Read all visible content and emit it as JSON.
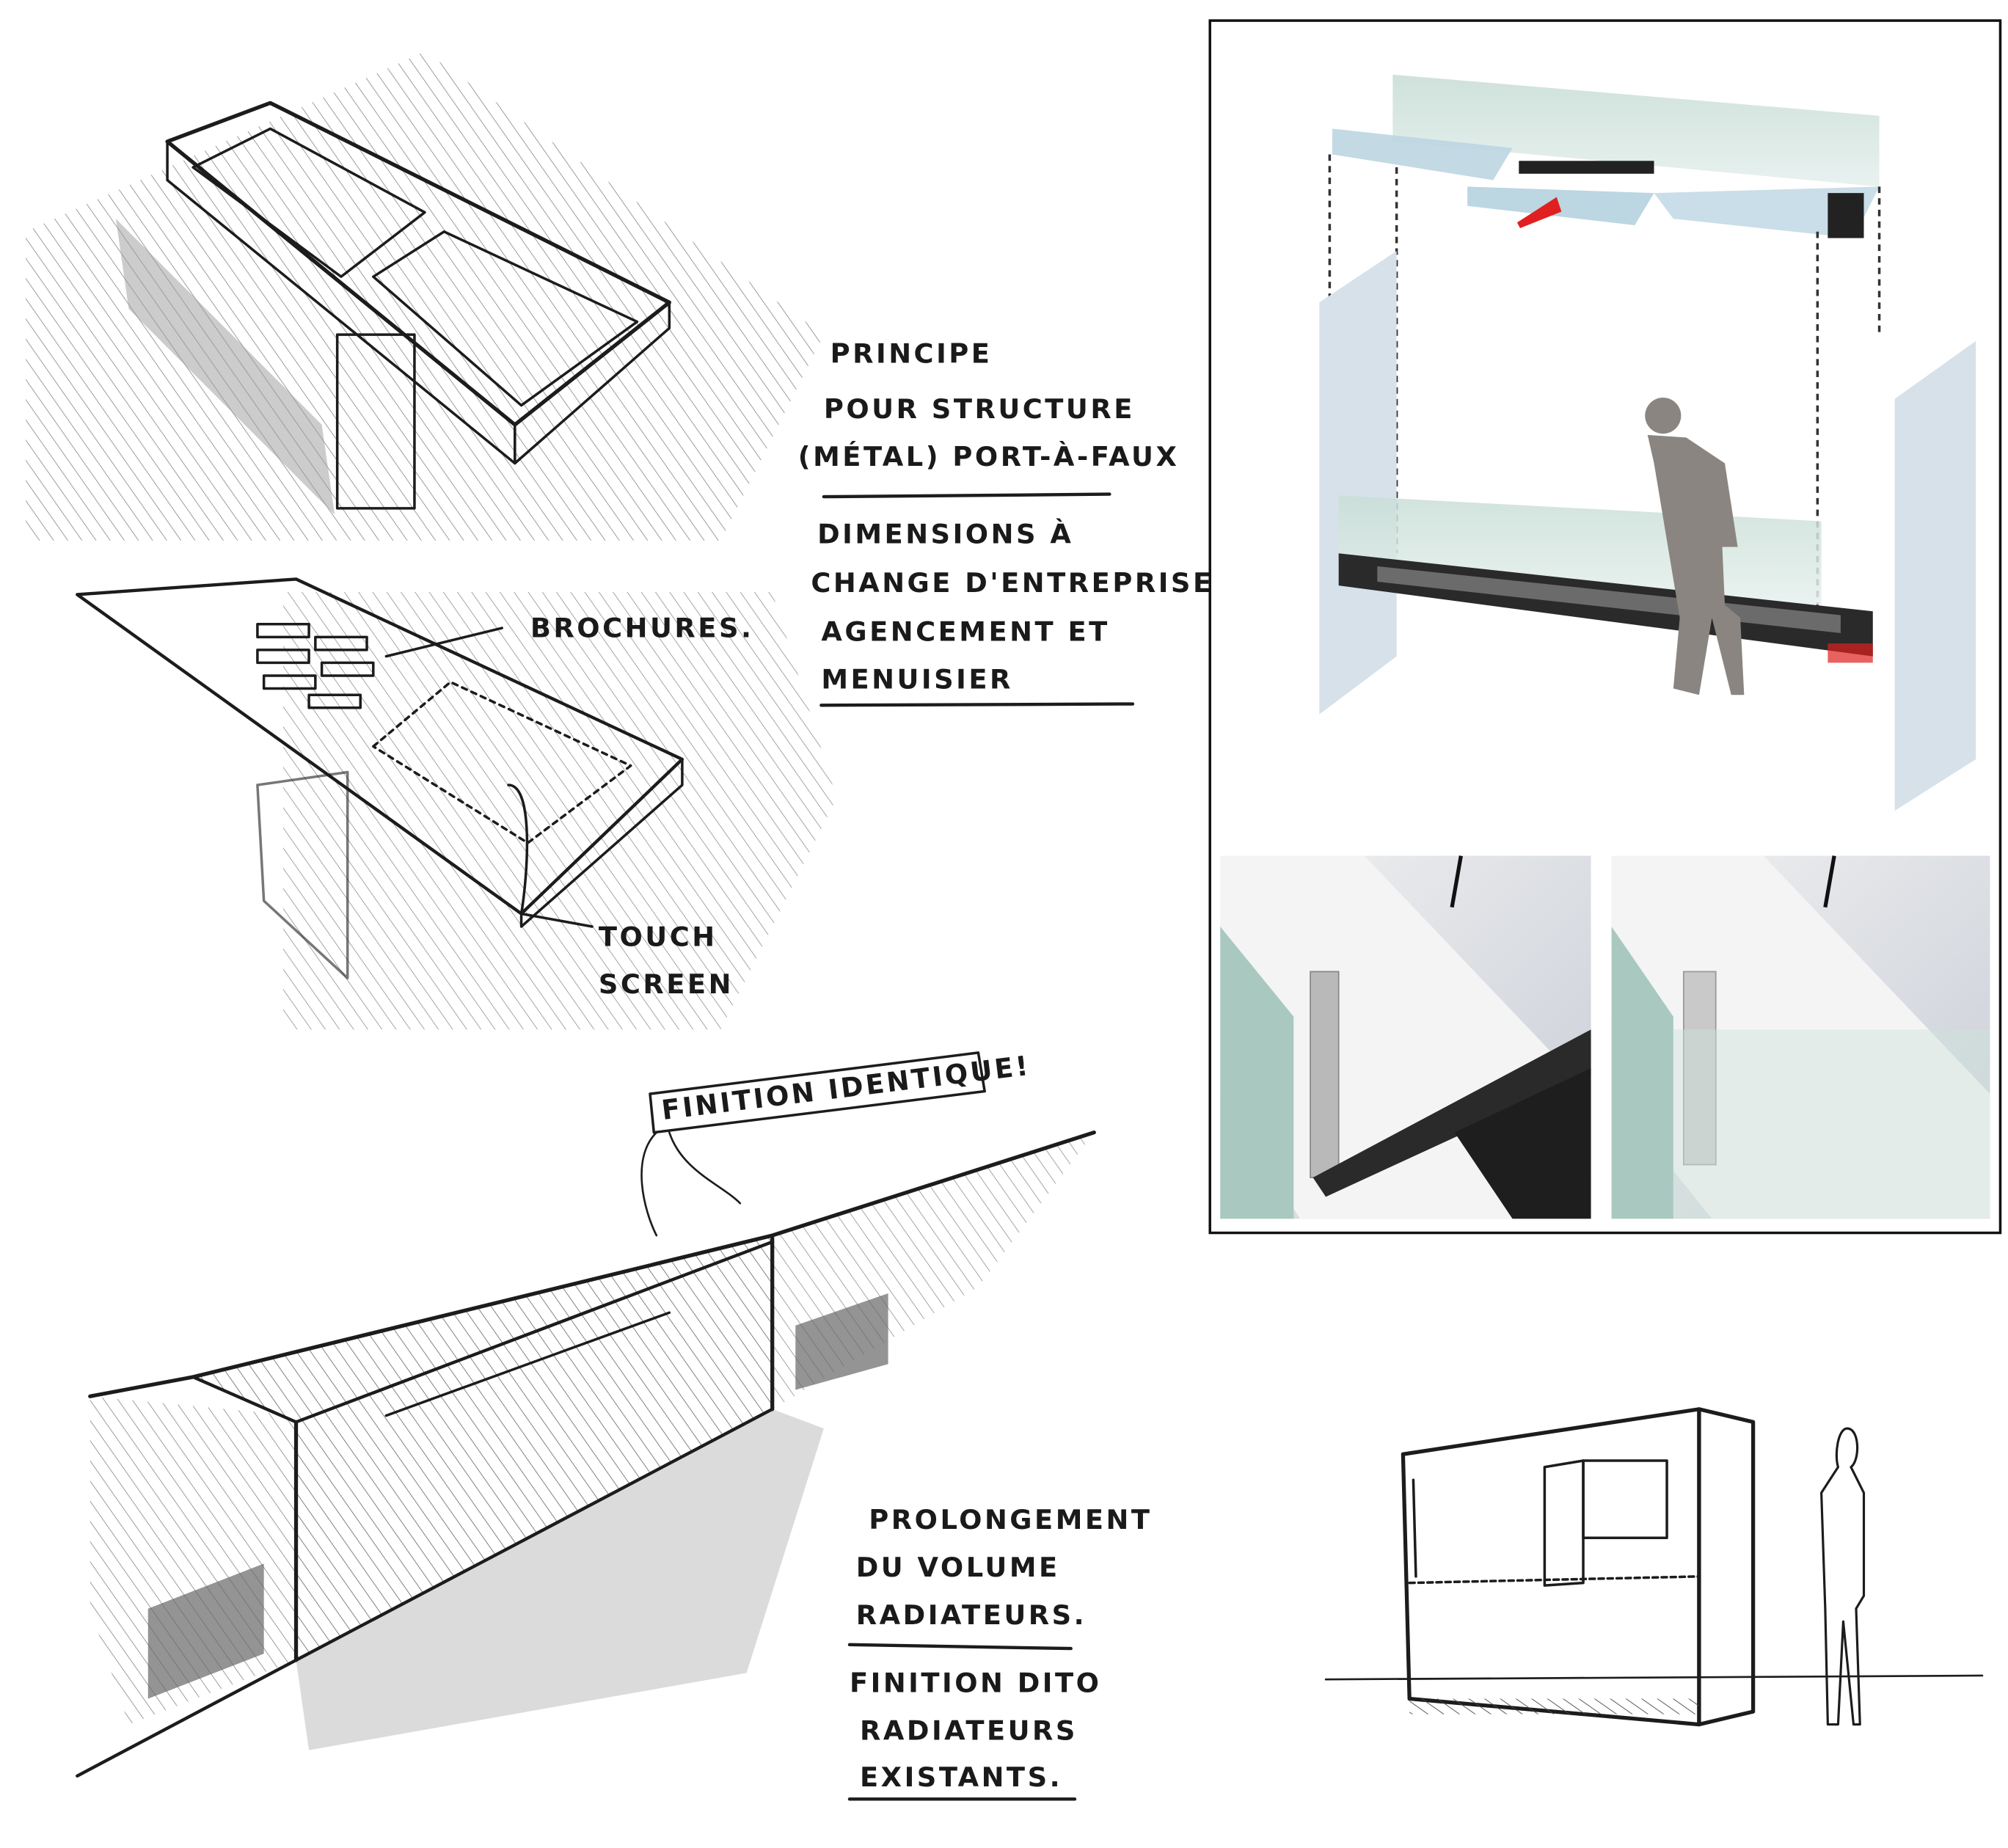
{
  "sketches": {
    "cantilever_desk": {
      "notes": [
        "PRINCIPE",
        "POUR STRUCTURE",
        "(MÉTAL) PORT-À-FAUX",
        "DIMENSIONS À",
        "CHANGE D'ENTREPRISE",
        "AGENCEMENT ET",
        "MENUISIER"
      ]
    },
    "touch_desk": {
      "label_brochures": "BROCHURES.",
      "label_touch": "TOUCH",
      "label_screen": "SCREEN"
    },
    "radiator_volume": {
      "tag": "FINITION IDENTIQUE!",
      "notes": [
        "PROLONGEMENT",
        "DU VOLUME",
        "RADIATEURS.",
        "FINITION DITO",
        "RADIATEURS",
        "EXISTANTS."
      ]
    }
  },
  "render_panel": {
    "accent_arrow_color": "#e02020",
    "glass_color": "#cfe3dc",
    "steel_color": "#2a2a2a"
  }
}
